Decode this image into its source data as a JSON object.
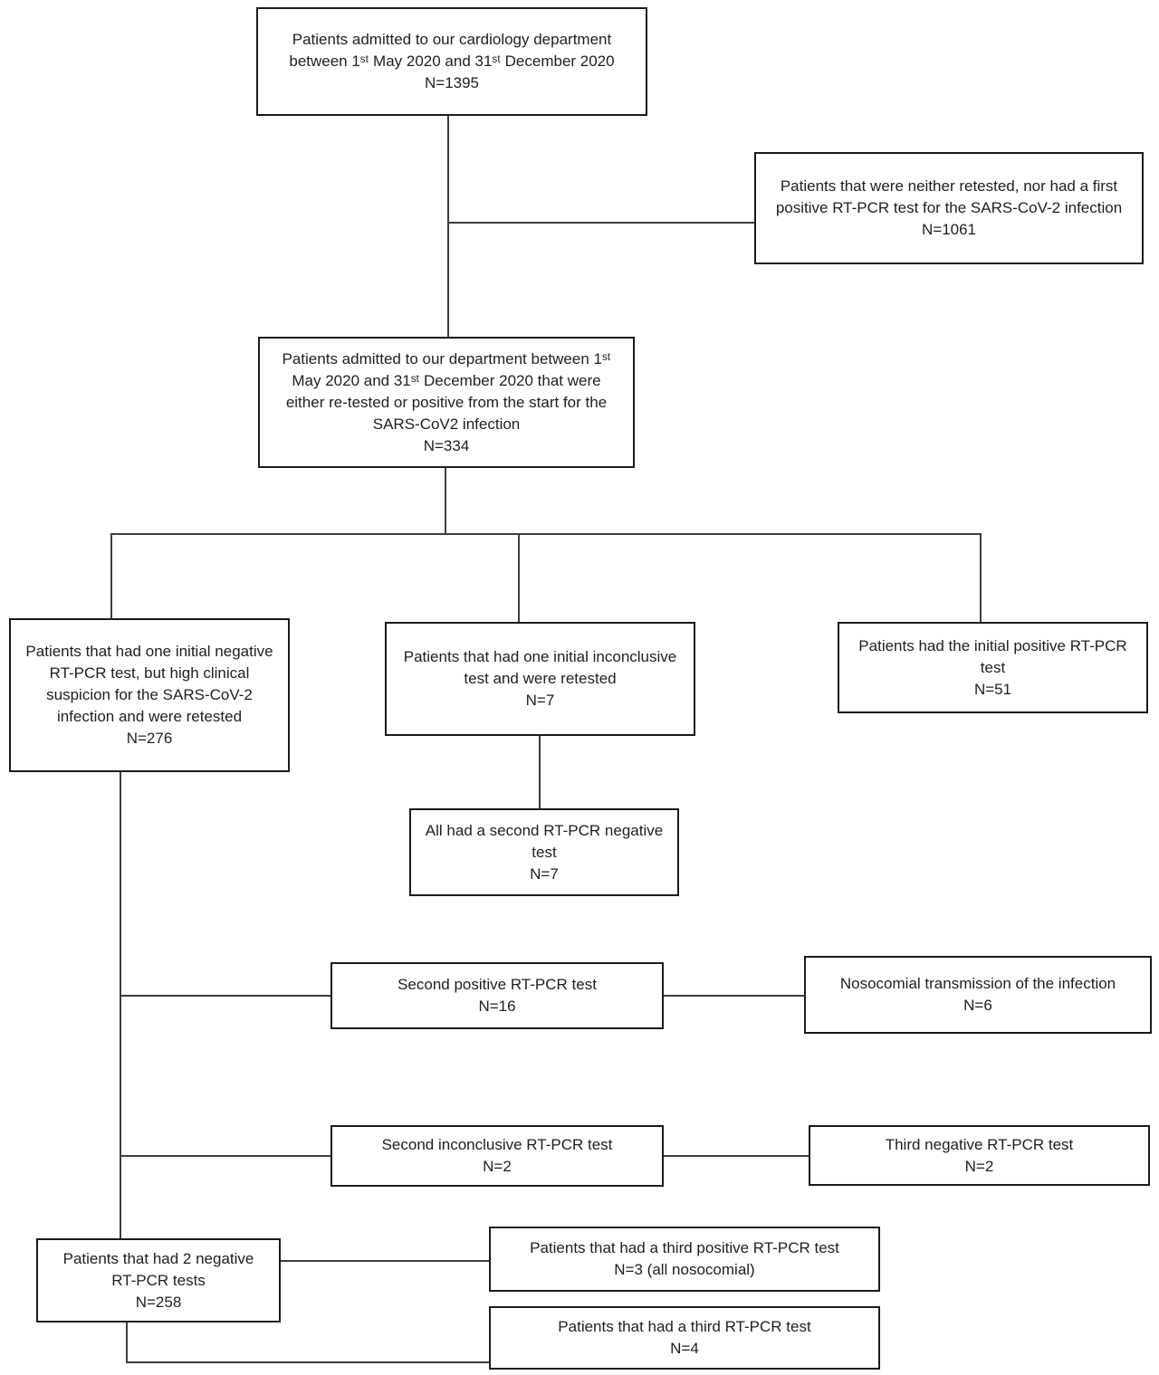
{
  "figure": {
    "background": "#ffffff",
    "border_color": "#1a1a1a",
    "line_color": "#3d3d3d",
    "text_color": "#1f1f1f"
  },
  "boxes": [
    {
      "id": "admitted-total",
      "text": "Patients admitted to our cardiology department between 1ˢᵗ May 2020 and 31ˢᵗ December 2020",
      "n": "N=1395"
    },
    {
      "id": "neither-retested-nor-positive",
      "text": "Patients that were neither retested, nor had a first positive RT-PCR test for the SARS-CoV-2 infection",
      "n": "N=1061"
    },
    {
      "id": "retested-or-positive",
      "text": "Patients admitted to our department between 1ˢᵗ May 2020 and 31ˢᵗ December 2020 that were either re-tested or positive from the start for the SARS-CoV2 infection",
      "n": "N=334"
    },
    {
      "id": "initial-negative-retested",
      "text": "Patients that had one initial negative RT-PCR test, but high clinical suspicion for the SARS-CoV-2 infection and were retested",
      "n": "N=276"
    },
    {
      "id": "initial-inconclusive-retested",
      "text": "Patients that had one initial inconclusive test and were retested",
      "n": "N=7"
    },
    {
      "id": "initial-positive",
      "text": "Patients had the initial positive RT-PCR test",
      "n": "N=51"
    },
    {
      "id": "second-negative-all",
      "text": "All had a second RT-PCR negative test",
      "n": "N=7"
    },
    {
      "id": "second-positive",
      "text": "Second positive RT-PCR test",
      "n": "N=16"
    },
    {
      "id": "nosocomial-transmission",
      "text": "Nosocomial transmission of the infection",
      "n": "N=6"
    },
    {
      "id": "second-inconclusive",
      "text": "Second inconclusive RT-PCR test",
      "n": "N=2"
    },
    {
      "id": "third-negative",
      "text": "Third negative RT-PCR test",
      "n": "N=2"
    },
    {
      "id": "two-negative-tests",
      "text": "Patients that had 2 negative RT-PCR tests",
      "n": "N=258"
    },
    {
      "id": "third-positive",
      "text": "Patients that had a third positive RT-PCR test",
      "n": "N=3 (all nosocomial)"
    },
    {
      "id": "third-test",
      "text": "Patients that had a third RT-PCR test",
      "n": "N=4"
    }
  ]
}
